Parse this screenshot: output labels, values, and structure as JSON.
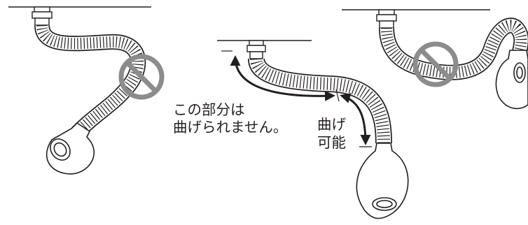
{
  "colors": {
    "line": "#231f20",
    "prohibited": "#8c8c8c",
    "background": "#ffffff"
  },
  "annotations": {
    "non_bendable_line1": "この部分は",
    "non_bendable_line2": "曲げられません。",
    "bendable_line1": "曲げ",
    "bendable_line2": "可能"
  },
  "icons": {
    "prohibited": "prohibited-circle-slash-icon",
    "arrow": "double-headed-arrow-icon"
  }
}
